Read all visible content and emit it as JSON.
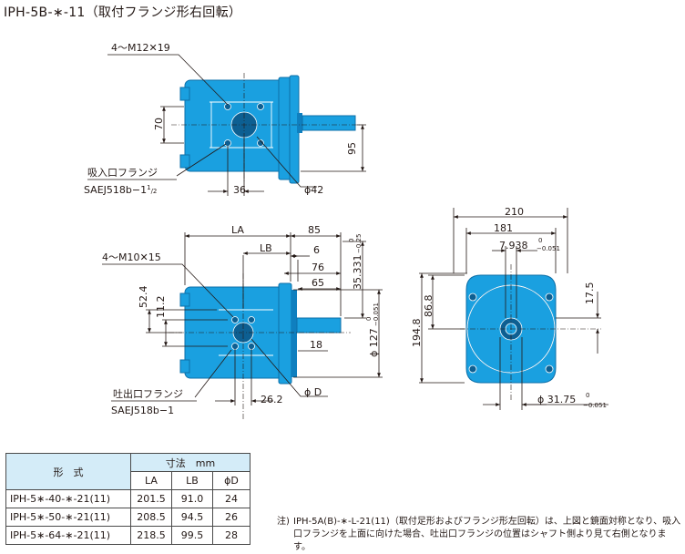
{
  "title": "IPH-5B-∗-11（取付フランジ形右回転）",
  "top_view": {
    "bolt_label": "4〜M12✕19",
    "dim_70": "70",
    "dim_95": "95",
    "dim_36": "36",
    "dia_42": "ϕ42",
    "flange_label": "吸入口フランジ",
    "sae_label": "SAEJ518b−1",
    "sae_sup": "1",
    "sae_sub": "/2"
  },
  "side_view": {
    "dim_LA": "LA",
    "dim_85": "85",
    "dim_LB": "LB",
    "dim_6": "6",
    "dim_76": "76",
    "dim_65": "65",
    "dim_18": "18",
    "dim_52_4": "52.4",
    "dim_11_2": "11.2",
    "dim_35_331": "35.331",
    "tol_35_331_upper": "0",
    "tol_35_331_lower": "−0.25",
    "dia_127": "ϕ 127",
    "tol_127_upper": "0",
    "tol_127_lower": "−0.051",
    "bolt_label": "4〜M10✕15",
    "dim_26_2": "26.2",
    "dia_D": "ϕ D",
    "flange_label": "吐出口フランジ",
    "sae_label": "SAEJ518b−1"
  },
  "front_view": {
    "dim_210": "210",
    "dim_181": "181",
    "dim_7_938": "7.938",
    "tol_7_938_upper": "0",
    "tol_7_938_lower": "−0.051",
    "dim_86_8": "86.8",
    "dim_194_8": "194.8",
    "dim_17_5": "17.5",
    "dia_31_75": "ϕ 31.75",
    "tol_31_75_upper": "0",
    "tol_31_75_lower": "−0.051"
  },
  "table": {
    "header_model": "形　式",
    "header_dims": "寸法　mm",
    "columns": [
      "LA",
      "LB",
      "ϕD"
    ],
    "rows": [
      {
        "model": "IPH-5∗-40-∗-21(11)",
        "LA": "201.5",
        "LB": "91.0",
        "D": "24"
      },
      {
        "model": "IPH-5∗-50-∗-21(11)",
        "LA": "208.5",
        "LB": "94.5",
        "D": "26"
      },
      {
        "model": "IPH-5∗-64-∗-21(11)",
        "LA": "218.5",
        "LB": "99.5",
        "D": "28"
      }
    ]
  },
  "note": {
    "label": "注)",
    "text": "IPH-5A(B)-∗-L-21(11)（取付足形およびフランジ形左回転）は、上図と鏡面対称となり、吸入口フランジを上面に向けた場合、吐出口フランジの位置はシャフト側より見て右側となります。"
  },
  "colors": {
    "body": "#1aa0e0",
    "line": "#231815",
    "table_header": "#d4ecf8"
  }
}
